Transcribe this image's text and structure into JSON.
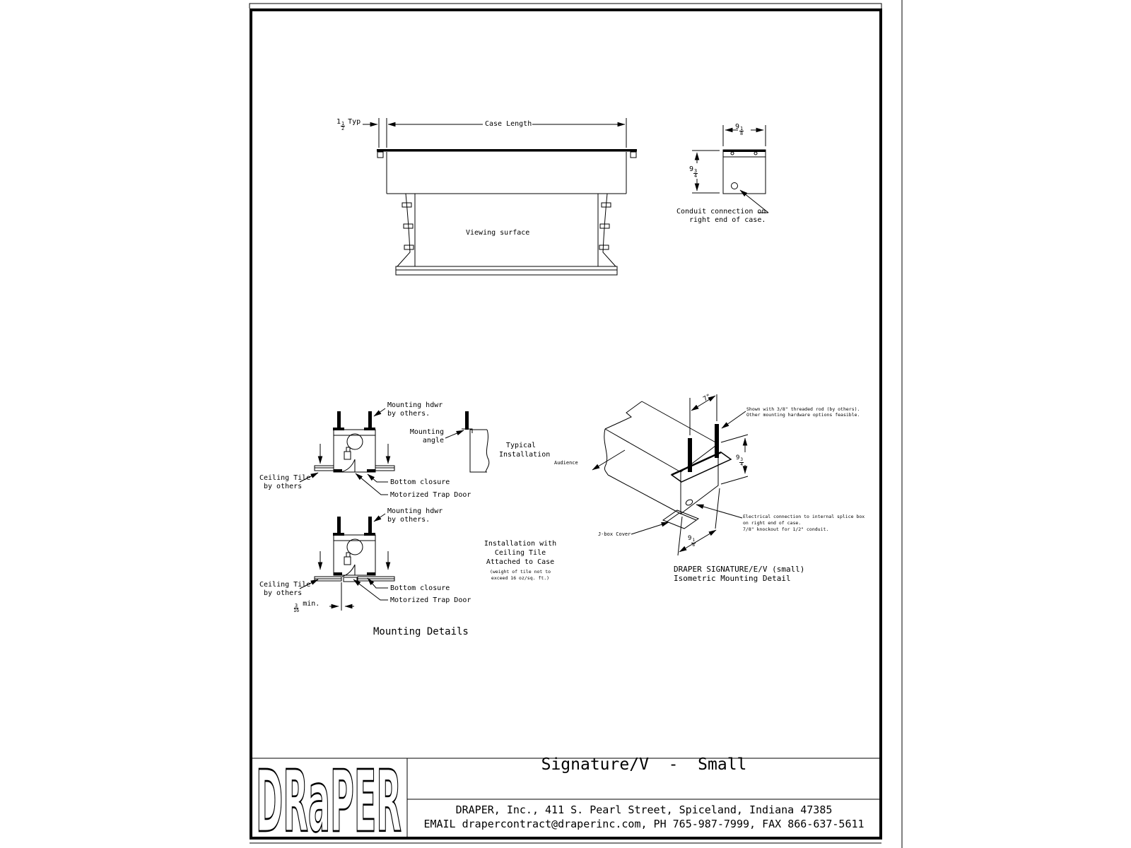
{
  "style": {
    "line_color": "#000000",
    "background": "#ffffff"
  },
  "sheet": {
    "logo_text": "DRaPER",
    "title": "Signature/V  -  Small",
    "company_line": "DRAPER, Inc., 411 S. Pearl Street, Spiceland, Indiana 47385",
    "contact_line": "EMAIL drapercontract@draperinc.com, PH 765-987-7999, FAX 866-637-5611"
  },
  "front_view": {
    "dim_typ": {
      "whole": "1",
      "num": "1",
      "den": "2",
      "suffix": "Typ"
    },
    "case_length_label": "Case Length",
    "viewing_surface_label": "Viewing surface"
  },
  "end_view": {
    "dim_width": {
      "whole": "9",
      "num": "1",
      "den": "8"
    },
    "dim_height": {
      "whole": "9",
      "num": "3",
      "den": "4"
    },
    "conduit_note_line1": "Conduit connection on",
    "conduit_note_line2": "right end of case."
  },
  "mounting": {
    "section_title": "Mounting Details",
    "detail1": {
      "hdwr_line1": "Mounting hdwr",
      "hdwr_line2": "by others.",
      "angle_line1": "Mounting",
      "angle_line2": "angle",
      "tile_line1": "Ceiling Tile",
      "tile_line2": "by others",
      "bottom_closure": "Bottom closure",
      "trap_door": "Motorized Trap Door",
      "caption_line1": "Typical",
      "caption_line2": "Installation"
    },
    "detail2": {
      "hdwr_line1": "Mounting hdwr",
      "hdwr_line2": "by others.",
      "tile_line1": "Ceiling Tile",
      "tile_line2": "by others",
      "bottom_closure": "Bottom closure",
      "trap_door": "Motorized Trap Door",
      "gap_dim": {
        "num": "3",
        "den": "16",
        "suffix": "min."
      },
      "caption_line1": "Installation with",
      "caption_line2": "Ceiling Tile",
      "caption_line3": "Attached to Case",
      "caption_note1": "(weight of tile not to",
      "caption_note2": "exceed 16 oz/sq. ft.)"
    }
  },
  "isometric": {
    "dim_rod_spacing": "7\"",
    "dim_height": {
      "whole": "9",
      "num": "3",
      "den": "4"
    },
    "dim_depth": {
      "whole": "9",
      "num": "1",
      "den": "8"
    },
    "audience_label": "Audience",
    "jbox_label": "J-box Cover",
    "rod_note_line1": "Shown with 3/8\" threaded rod (by others).",
    "rod_note_line2": "Other mounting hardware options feasible.",
    "electrical_line1": "Electrical connection to internal splice box",
    "electrical_line2": "on right end of case.",
    "electrical_line3": "7/8\" knockout for 1/2\" conduit.",
    "caption_line1": "DRAPER SIGNATURE/E/V (small)",
    "caption_line2": "Isometric Mounting Detail"
  }
}
